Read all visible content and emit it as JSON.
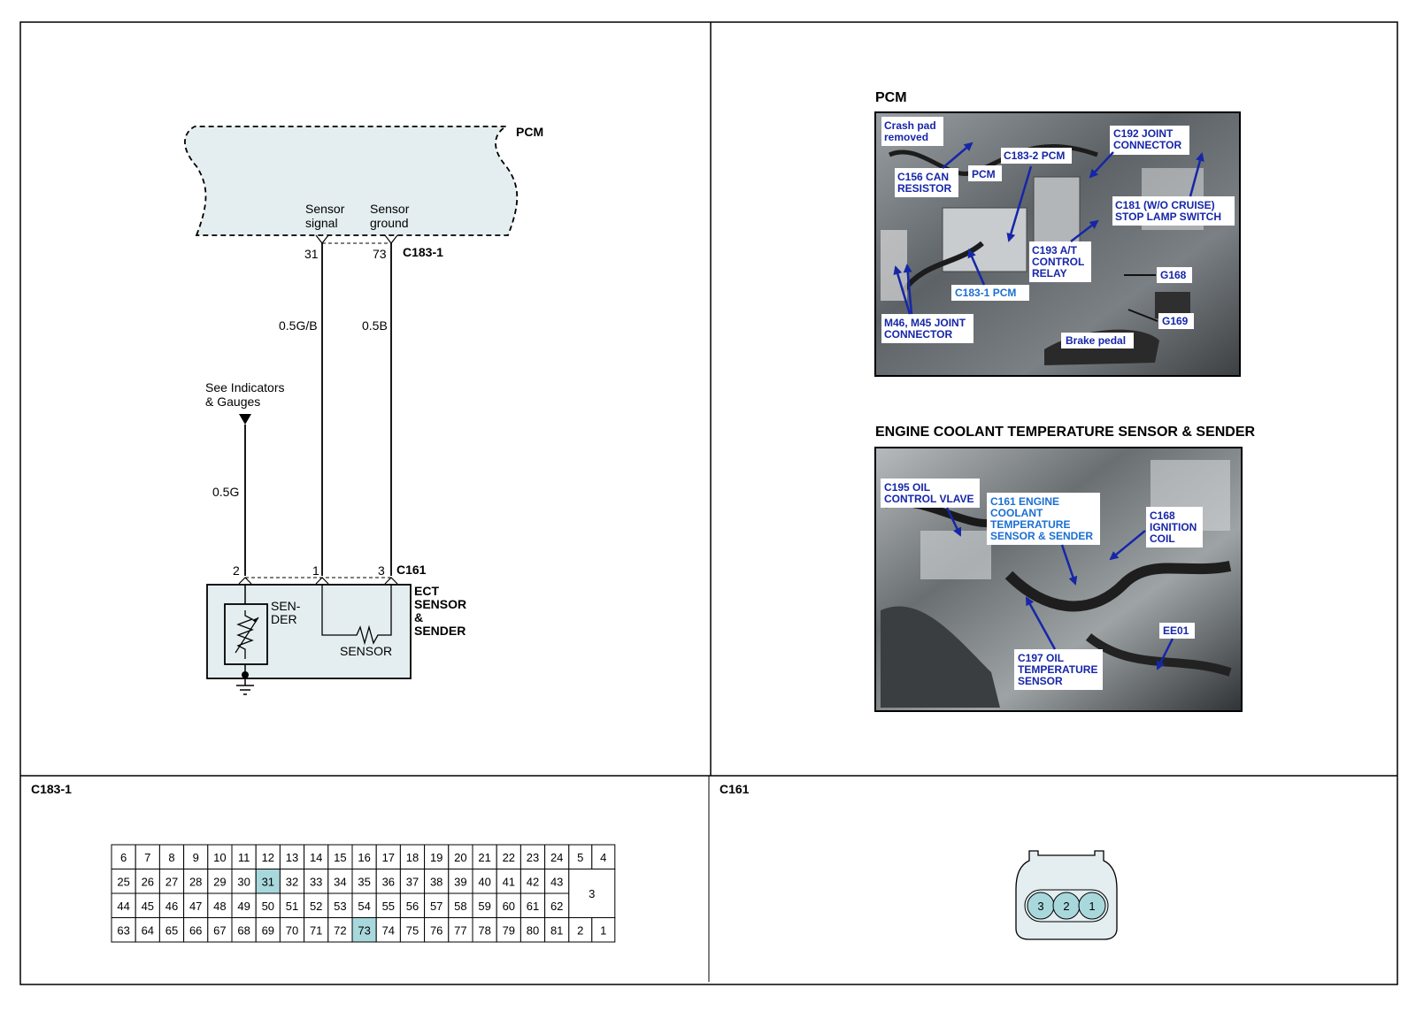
{
  "schematic": {
    "pcm_label": "PCM",
    "sensor_signal_line1": "Sensor",
    "sensor_signal_line2": "signal",
    "sensor_ground_line1": "Sensor",
    "sensor_ground_line2": "ground",
    "pin_signal": "31",
    "pin_ground": "73",
    "connector_top": "C183-1",
    "wire_signal": "0.5G/B",
    "wire_ground": "0.5B",
    "indicator_line1": "See Indicators",
    "indicator_line2": "& Gauges",
    "wire_sender": "0.5G",
    "pin_c161_2": "2",
    "pin_c161_1": "1",
    "pin_c161_3": "3",
    "connector_bottom": "C161",
    "component_line1": "ECT",
    "component_line2": "SENSOR",
    "component_line3": "&",
    "component_line4": "SENDER",
    "sender_line1": "SEN-",
    "sender_line2": "DER",
    "sensor_label": "SENSOR"
  },
  "photo_pcm": {
    "title": "PCM",
    "labels": {
      "crash_pad_1": "Crash pad",
      "crash_pad_2": "removed",
      "c156_1": "C156 CAN",
      "c156_2": "RESISTOR",
      "pcm": "PCM",
      "c183_2": "C183-2 PCM",
      "c192_1": "C192 JOINT",
      "c192_2": "CONNECTOR",
      "c181_1": "C181 (W/O CRUISE)",
      "c181_2": "STOP LAMP SWITCH",
      "c193_1": "C193 A/T",
      "c193_2": "CONTROL",
      "c193_3": "RELAY",
      "g168": "G168",
      "c183_1": "C183-1 PCM",
      "g169": "G169",
      "m46_1": "M46, M45 JOINT",
      "m46_2": "CONNECTOR",
      "brake": "Brake pedal"
    }
  },
  "photo_ect": {
    "title": "ENGINE COOLANT TEMPERATURE SENSOR & SENDER",
    "labels": {
      "c195_1": "C195 OIL",
      "c195_2": "CONTROL VLAVE",
      "c161_1": "C161 ENGINE",
      "c161_2": "COOLANT",
      "c161_3": "TEMPERATURE",
      "c161_4": "SENSOR & SENDER",
      "c168_1": "C168",
      "c168_2": "IGNITION",
      "c168_3": "COIL",
      "ee01": "EE01",
      "c197_1": "C197 OIL",
      "c197_2": "TEMPERATURE",
      "c197_3": "SENSOR"
    }
  },
  "connector_c183": {
    "title": "C183-1",
    "rows": [
      [
        "6",
        "7",
        "8",
        "9",
        "10",
        "11",
        "12",
        "13",
        "14",
        "15",
        "16",
        "17",
        "18",
        "19",
        "20",
        "21",
        "22",
        "23",
        "24"
      ],
      [
        "25",
        "26",
        "27",
        "28",
        "29",
        "30",
        "31",
        "32",
        "33",
        "34",
        "35",
        "36",
        "37",
        "38",
        "39",
        "40",
        "41",
        "42",
        "43"
      ],
      [
        "44",
        "45",
        "46",
        "47",
        "48",
        "49",
        "50",
        "51",
        "52",
        "53",
        "54",
        "55",
        "56",
        "57",
        "58",
        "59",
        "60",
        "61",
        "62"
      ],
      [
        "63",
        "64",
        "65",
        "66",
        "67",
        "68",
        "69",
        "70",
        "71",
        "72",
        "73",
        "74",
        "75",
        "76",
        "77",
        "78",
        "79",
        "80",
        "81"
      ]
    ],
    "side_top": [
      "5",
      "4"
    ],
    "side_mid": "3",
    "side_bottom": [
      "2",
      "1"
    ],
    "highlighted": [
      "31",
      "73"
    ],
    "highlight_color": "#a8d8dc"
  },
  "connector_c161": {
    "title": "C161",
    "pins": [
      "3",
      "2",
      "1"
    ],
    "pin_color": "#a8d8dc",
    "body_color": "#e4eef0"
  },
  "colors": {
    "pcm_fill": "#e4eef0",
    "label_blue": "#1626a8",
    "label_cyan": "#1b6fd0"
  }
}
